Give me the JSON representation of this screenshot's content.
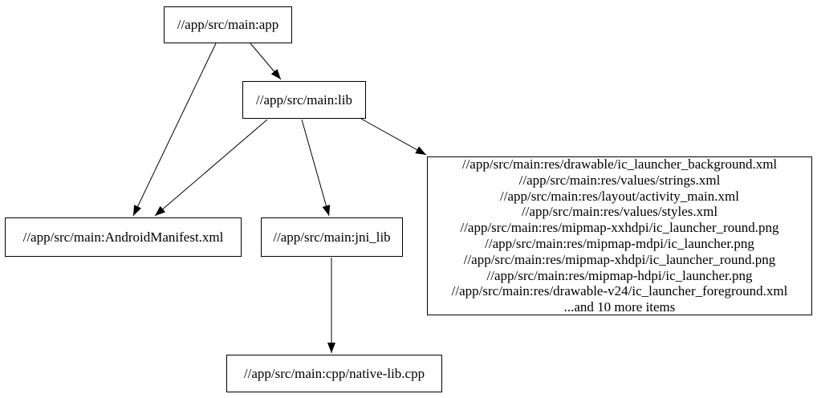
{
  "diagram": {
    "type": "dependency-graph",
    "background_color": "#ffffff",
    "node_border_color": "#000000",
    "node_fill_color": "#ffffff",
    "edge_color": "#000000",
    "text_color": "#000000",
    "nodes": {
      "app": {
        "label": "//app/src/main:app"
      },
      "lib": {
        "label": "//app/src/main:lib"
      },
      "android_manifest": {
        "label": "//app/src/main:AndroidManifest.xml"
      },
      "jni_lib": {
        "label": "//app/src/main:jni_lib"
      },
      "resources": {
        "lines": [
          "//app/src/main:res/drawable/ic_launcher_background.xml",
          "//app/src/main:res/values/strings.xml",
          "//app/src/main:res/layout/activity_main.xml",
          "//app/src/main:res/values/styles.xml",
          "//app/src/main:res/mipmap-xxhdpi/ic_launcher_round.png",
          "//app/src/main:res/mipmap-mdpi/ic_launcher.png",
          "//app/src/main:res/mipmap-xhdpi/ic_launcher_round.png",
          "//app/src/main:res/mipmap-hdpi/ic_launcher.png",
          "//app/src/main:res/drawable-v24/ic_launcher_foreground.xml",
          "...and 10 more items"
        ]
      },
      "native_lib_cpp": {
        "label": "//app/src/main:cpp/native-lib.cpp"
      }
    },
    "edges": [
      {
        "from": "app",
        "to": "lib"
      },
      {
        "from": "app",
        "to": "android_manifest"
      },
      {
        "from": "lib",
        "to": "android_manifest"
      },
      {
        "from": "lib",
        "to": "jni_lib"
      },
      {
        "from": "lib",
        "to": "resources"
      },
      {
        "from": "jni_lib",
        "to": "native_lib_cpp"
      }
    ]
  }
}
